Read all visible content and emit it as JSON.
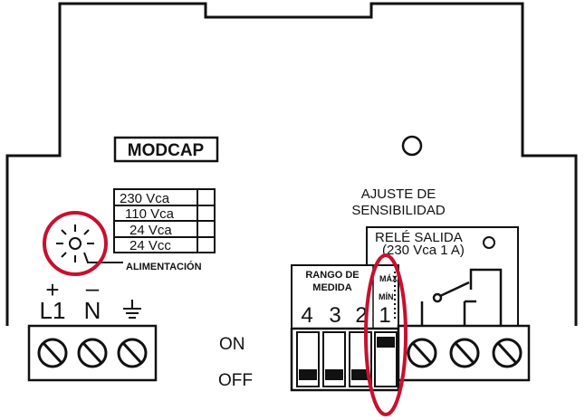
{
  "device": {
    "model_label": "MODCAP",
    "voltages": [
      "230 Vca",
      "110 Vca",
      "24 Vca",
      "24 Vcc"
    ],
    "power_led_label": "ALIMENTACIÓN",
    "sensitivity_label_line1": "AJUSTE DE",
    "sensitivity_label_line2": "SENSIBILIDAD",
    "relay_label_line1": "RELÉ SALIDA",
    "relay_label_line2": "(230 Vca 1 A)",
    "range_label_line1": "RANGO DE",
    "range_label_line2": "MEDIDA",
    "range_switch_numbers": [
      "4",
      "3",
      "2"
    ],
    "sensitivity_switch_number": "1",
    "max_label": "MÁX.",
    "min_label": "MÍN.",
    "on_label": "ON",
    "off_label": "OFF",
    "terminals": {
      "l1_polarity": "+",
      "l1_label": "L1",
      "n_polarity": "–",
      "n_label": "N"
    }
  },
  "colors": {
    "highlight_circle": "#c8102e",
    "line": "#111111",
    "background": "#ffffff"
  }
}
